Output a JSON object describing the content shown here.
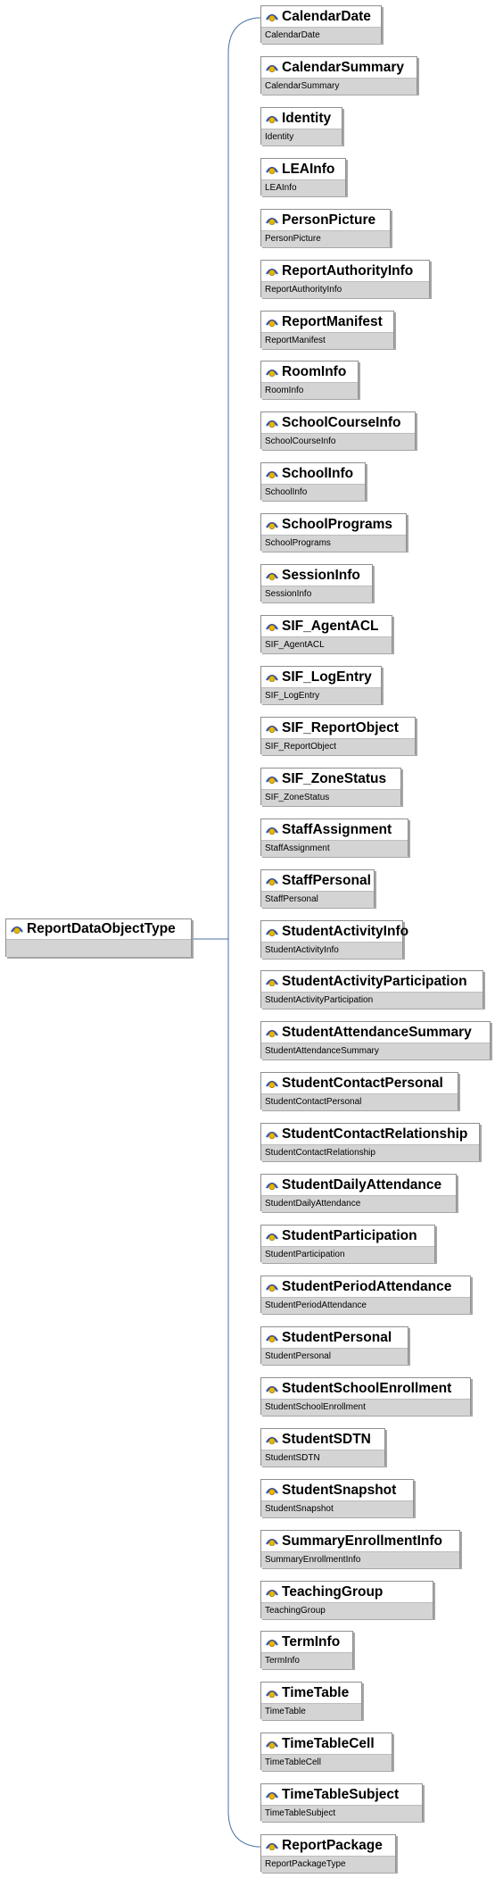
{
  "root": {
    "name": "ReportDataObjectType",
    "type": ""
  },
  "children": [
    {
      "name": "CalendarDate",
      "type": "CalendarDate"
    },
    {
      "name": "CalendarSummary",
      "type": "CalendarSummary"
    },
    {
      "name": "Identity",
      "type": "Identity"
    },
    {
      "name": "LEAInfo",
      "type": "LEAInfo"
    },
    {
      "name": "PersonPicture",
      "type": "PersonPicture"
    },
    {
      "name": "ReportAuthorityInfo",
      "type": "ReportAuthorityInfo"
    },
    {
      "name": "ReportManifest",
      "type": "ReportManifest"
    },
    {
      "name": "RoomInfo",
      "type": "RoomInfo"
    },
    {
      "name": "SchoolCourseInfo",
      "type": "SchoolCourseInfo"
    },
    {
      "name": "SchoolInfo",
      "type": "SchoolInfo"
    },
    {
      "name": "SchoolPrograms",
      "type": "SchoolPrograms"
    },
    {
      "name": "SessionInfo",
      "type": "SessionInfo"
    },
    {
      "name": "SIF_AgentACL",
      "type": "SIF_AgentACL"
    },
    {
      "name": "SIF_LogEntry",
      "type": "SIF_LogEntry"
    },
    {
      "name": "SIF_ReportObject",
      "type": "SIF_ReportObject"
    },
    {
      "name": "SIF_ZoneStatus",
      "type": "SIF_ZoneStatus"
    },
    {
      "name": "StaffAssignment",
      "type": "StaffAssignment"
    },
    {
      "name": "StaffPersonal",
      "type": "StaffPersonal"
    },
    {
      "name": "StudentActivityInfo",
      "type": "StudentActivityInfo"
    },
    {
      "name": "StudentActivityParticipation",
      "type": "StudentActivityParticipation"
    },
    {
      "name": "StudentAttendanceSummary",
      "type": "StudentAttendanceSummary"
    },
    {
      "name": "StudentContactPersonal",
      "type": "StudentContactPersonal"
    },
    {
      "name": "StudentContactRelationship",
      "type": "StudentContactRelationship"
    },
    {
      "name": "StudentDailyAttendance",
      "type": "StudentDailyAttendance"
    },
    {
      "name": "StudentParticipation",
      "type": "StudentParticipation"
    },
    {
      "name": "StudentPeriodAttendance",
      "type": "StudentPeriodAttendance"
    },
    {
      "name": "StudentPersonal",
      "type": "StudentPersonal"
    },
    {
      "name": "StudentSchoolEnrollment",
      "type": "StudentSchoolEnrollment"
    },
    {
      "name": "StudentSDTN",
      "type": "StudentSDTN"
    },
    {
      "name": "StudentSnapshot",
      "type": "StudentSnapshot"
    },
    {
      "name": "SummaryEnrollmentInfo",
      "type": "SummaryEnrollmentInfo"
    },
    {
      "name": "TeachingGroup",
      "type": "TeachingGroup"
    },
    {
      "name": "TermInfo",
      "type": "TermInfo"
    },
    {
      "name": "TimeTable",
      "type": "TimeTable"
    },
    {
      "name": "TimeTableCell",
      "type": "TimeTableCell"
    },
    {
      "name": "TimeTableSubject",
      "type": "TimeTableSubject"
    },
    {
      "name": "ReportPackage",
      "type": "ReportPackageType"
    }
  ],
  "colors": {
    "connector": "#4a6fa5",
    "icon_blue": "#2f4fbf",
    "icon_yellow": "#e6b800"
  },
  "icon": "element-type-icon"
}
